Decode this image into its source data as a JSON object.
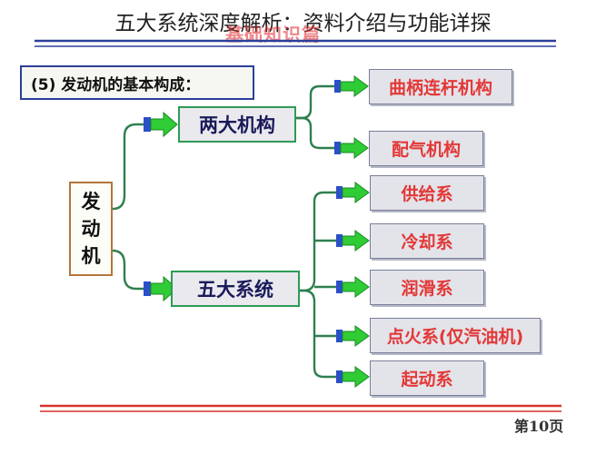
{
  "title": "五大系统深度解析：资料介绍与功能详探",
  "watermark": "基础知识篇",
  "heading": "(5) 发动机的基本构成：",
  "root": [
    "发",
    "动",
    "机"
  ],
  "groups": [
    {
      "label": "两大机构",
      "children": [
        "曲柄连杆机构",
        "配气机构"
      ]
    },
    {
      "label": "五大系统",
      "children": [
        "供给系",
        "冷却系",
        "润滑系",
        "点火系(仅汽油机)",
        "起动系"
      ]
    }
  ],
  "page_number": "第10页",
  "colors": {
    "rule_blue": "#2b3f9a",
    "rule_red": "#d9342b",
    "connector_green": "#2e7f4e",
    "arrow_green": "#2fcc35",
    "arrow_blue": "#2b4fc8",
    "leaf_text": "#e33836",
    "mid_text": "#1a1a5a"
  }
}
